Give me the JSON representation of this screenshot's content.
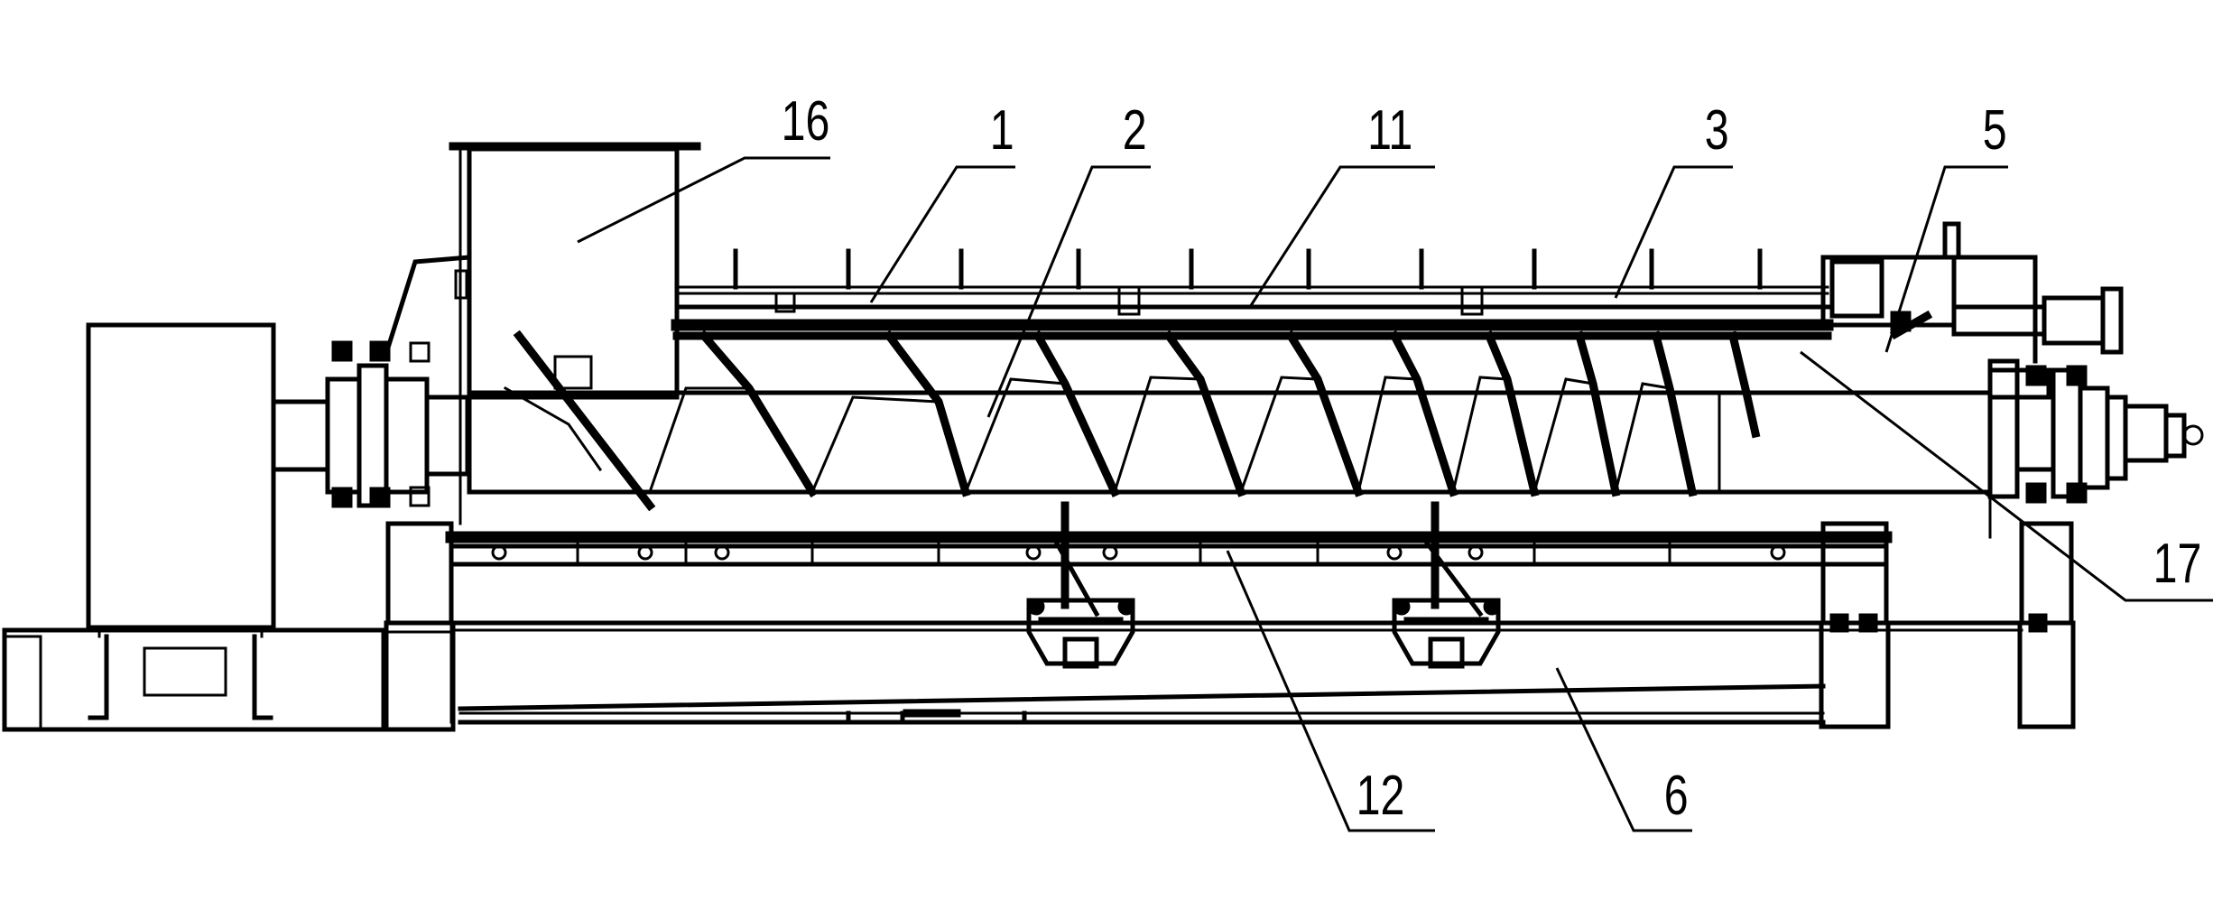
{
  "figure": {
    "callouts": [
      {
        "id": "16",
        "label": "16"
      },
      {
        "id": "1",
        "label": "1"
      },
      {
        "id": "2",
        "label": "2"
      },
      {
        "id": "11",
        "label": "11"
      },
      {
        "id": "3",
        "label": "3"
      },
      {
        "id": "5",
        "label": "5"
      },
      {
        "id": "17",
        "label": "17"
      },
      {
        "id": "12",
        "label": "12"
      },
      {
        "id": "6",
        "label": "6"
      }
    ]
  }
}
